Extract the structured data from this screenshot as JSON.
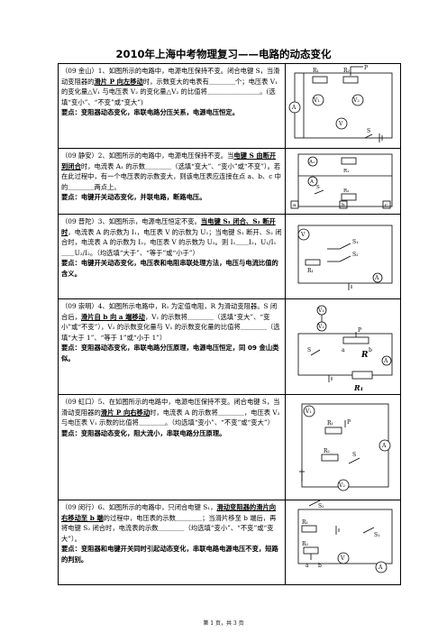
{
  "page_title": "2010年上海中考物理复习——电路的动态变化",
  "problems": [
    {
      "pre": "（09 金山）1、如图所示的电路中，电源电压保持不变。闭合电键 S，当滑动变阻器的",
      "emph": "滑片 P 向左移动",
      "post": "时，示数变大的电表有＿＿＿＿个；电压表 V₁ 的变化量△V₁ 与电压表 V₂ 的变化量△V₂ 的比值将＿＿＿＿＿＿＿＿。(选填“变小”、“不变”或“变大”)",
      "key": "要点：变阻器动态变化，串联电路分压关系，电源电压恒定。",
      "labels": [
        "R₁",
        "R₂",
        "P",
        "V₁",
        "V₂",
        "A",
        "V",
        "S"
      ]
    },
    {
      "pre": "（09 静安）2、如图所示的电路中，电源电压保持不变。当",
      "emph": "电键 S 由断开到闭合",
      "post": "时，电流表 A₁ 的示数＿＿＿＿（选填“变大”、“变小”或“不变”）。若在此过程中，有一个电压表的示数变大，则该电压表应连接在点 a、b、c 中的＿＿＿＿两点上。",
      "key": "要点：电键开关动态变化，并联电路，断路电压。",
      "labels": [
        "A₁",
        "A",
        "R₁",
        "R₂",
        "S",
        "a",
        "b",
        "c"
      ]
    },
    {
      "pre": "（09 普陀）3、如图所示，电源电压恒定不变。",
      "emph": "当电键 S₁ 闭合、S₂ 断开时",
      "post": "，电流表 A 的示数为 I₁，电压表 V 的示数为 U₁；当电键 S₁ 断开、S₂ 闭合时，电流表 A 的示数为 I₂，电压表 V 的示数为 U₂。则 I₁＿＿I₂，U₁/I₁＿＿U₂/I₂。（均选填“大于”、“等于”或“小于”）",
      "key": "要点：电键开关动态变化，电压表和电阻串联处理方法，电压与电流比值的含义。",
      "labels": [
        "V",
        "S₁",
        "S₂",
        "R₁",
        "A"
      ]
    },
    {
      "pre": "（09 崇明）4、如图所示电路中，R₁ 为定值电阻，R 为滑动变阻器。S 闭合后，",
      "emph": "滑片自 b 向 a 端移动",
      "post": "，V₁ 的示数将＿＿＿＿（选填“变大”、“变小”或“不变”），V₂ 的示数变化量与 V₁ 的示数变化量的比值将＿＿＿＿（选填“大于 1”、“等于 1”或“小于 1”）",
      "key": "要点：变阻器动态变化，串联电路分压原理，电源电压恒定，同 09 金山类似。",
      "labels": [
        "V₁",
        "V₂",
        "P",
        "S",
        "a",
        "b",
        "R",
        "A",
        "R₁"
      ]
    },
    {
      "pre": "（09 虹口）5、在如图所示的电路中，电源电压保持不变。闭合电键 S，当滑动变阻器的",
      "emph": "滑片 P 向右移动",
      "post": "时，电流表 A 的示数将＿＿＿＿，电压表 V₂ 与电压表 V₁ 示数的比值将＿＿＿＿。（均选填“变小”、“不变”或“变大”）",
      "key": "要点：变阻器动态变化，阻大流小，串联电路分压原理。",
      "labels": [
        "V₁",
        "R₁",
        "P",
        "A",
        "R₂",
        "S",
        "V₂"
      ]
    },
    {
      "pre": "（09 闵行）6、如图所示的电路中，只闭合电键 S₁，",
      "emph": "滑动变阻器的滑片向右移动至 b 端",
      "post": "的过程中，电压表的示数＿＿＿＿；当滑片移至 b 端后，再将电键 S₂ 闭合时，电流表的示数＿＿＿＿（均选填“变小”、“不变”或“变大”）。",
      "key": "要点：变阻器和电键开关同时引起动态变化，串联电路电源电压不变，短路的判别。",
      "labels": [
        "S₂",
        "R₁",
        "S₁",
        "R₂",
        "a",
        "b",
        "V",
        "A"
      ]
    }
  ],
  "footer": "第 1 页，共 3 页"
}
